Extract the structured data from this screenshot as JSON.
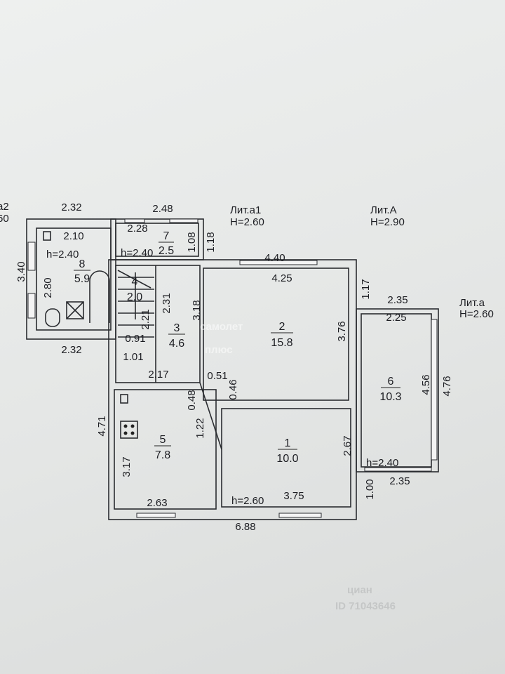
{
  "lit_labels": [
    {
      "name": "a2",
      "height": "60"
    },
    {
      "name": "Лит.a1",
      "height": "H=2.60"
    },
    {
      "name": "Лит.А",
      "height": "H=2.90"
    },
    {
      "name": "Лит.a",
      "height": "H=2.60"
    }
  ],
  "rooms": [
    {
      "number": "8",
      "area": "5.9"
    },
    {
      "number": "7",
      "area": "2.5"
    },
    {
      "number": "4",
      "area": "2.0"
    },
    {
      "number": "3",
      "area": "4.6"
    },
    {
      "number": "2",
      "area": "15.8"
    },
    {
      "number": "6",
      "area": "10.3"
    },
    {
      "number": "5",
      "area": "7.8"
    },
    {
      "number": "1",
      "area": "10.0"
    }
  ],
  "ceiling_heights": [
    "h=2.40",
    "h=2.40",
    "h=2.60",
    "h=2.40"
  ],
  "dimensions": [
    "2.32",
    "2.48",
    "2.10",
    "2.28",
    "1.08",
    "1.18",
    "3.40",
    "2.80",
    "2.32",
    "2.31",
    "3.18",
    "2.21",
    "0.91",
    "1.01",
    "4.40",
    "4.25",
    "1.17",
    "2.35",
    "2.25",
    "3.76",
    "0.51",
    "0.46",
    "2.17",
    "0.48",
    "1.22",
    "4.56",
    "4.76",
    "4.71",
    "3.17",
    "2.67",
    "2.63",
    "3.75",
    "1.00",
    "2.35",
    "6.88"
  ],
  "watermarks": {
    "samolet_line1": "самолет",
    "samolet_line2": "плюс",
    "cian": "циан",
    "cian_id": "ID 71043646"
  }
}
